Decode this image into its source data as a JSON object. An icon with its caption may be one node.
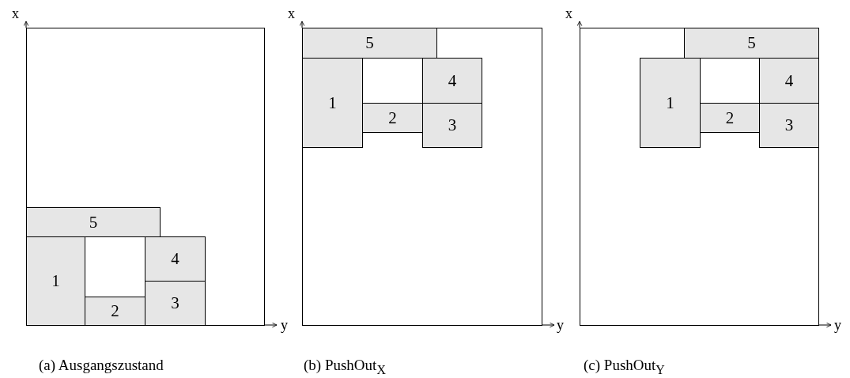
{
  "diagram": {
    "nodes": [
      {
        "text": [],
        "shape": "box"
      },
      {
        "text": [
          "5"
        ],
        "in": 0
      },
      {
        "text": [
          "1"
        ],
        "in": 0
      },
      {
        "text": [
          "4"
        ],
        "in": 0
      },
      {
        "text": [
          "2"
        ],
        "in": 0
      },
      {
        "text": [
          "3"
        ],
        "in": 0
      },
      {
        "text": [],
        "shape": "box"
      },
      {
        "text": [
          "5"
        ],
        "in": 6
      },
      {
        "text": [
          "1"
        ],
        "in": 6
      },
      {
        "text": [
          "4"
        ],
        "in": 6
      },
      {
        "text": [
          "2"
        ],
        "in": 6
      },
      {
        "text": [
          "3"
        ],
        "in": 6
      },
      {
        "text": [],
        "shape": "box"
      },
      {
        "text": [
          "5"
        ],
        "in": 12
      },
      {
        "text": [
          "1"
        ],
        "in": 12
      },
      {
        "text": [
          "4"
        ],
        "in": 12
      },
      {
        "text": [
          "2"
        ],
        "in": 12
      },
      {
        "text": [
          "3"
        ],
        "in": 12
      }
    ],
    "edges": [],
    "labels": [
      "x",
      "y",
      "x",
      "y",
      "x",
      "y",
      "(a) Ausgangszustand",
      "(b) PushOut$_{X}$",
      "(c) PushOut$_{Y}$"
    ]
  }
}
